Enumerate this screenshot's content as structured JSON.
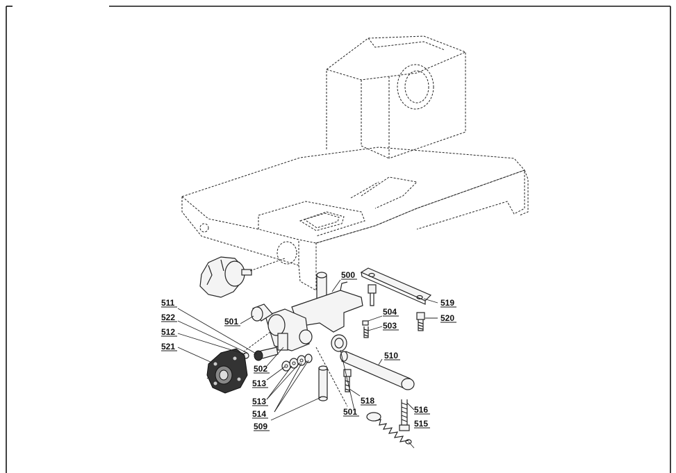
{
  "diagram": {
    "labels": [
      {
        "id": "500",
        "text": "500"
      },
      {
        "id": "501a",
        "text": "501"
      },
      {
        "id": "501b",
        "text": "501"
      },
      {
        "id": "502",
        "text": "502"
      },
      {
        "id": "503",
        "text": "503"
      },
      {
        "id": "504",
        "text": "504"
      },
      {
        "id": "509",
        "text": "509"
      },
      {
        "id": "510",
        "text": "510"
      },
      {
        "id": "511",
        "text": "511"
      },
      {
        "id": "512",
        "text": "512"
      },
      {
        "id": "513a",
        "text": "513"
      },
      {
        "id": "513b",
        "text": "513"
      },
      {
        "id": "514",
        "text": "514"
      },
      {
        "id": "515",
        "text": "515"
      },
      {
        "id": "516",
        "text": "516"
      },
      {
        "id": "518",
        "text": "518"
      },
      {
        "id": "519",
        "text": "519"
      },
      {
        "id": "520",
        "text": "520"
      },
      {
        "id": "521",
        "text": "521"
      },
      {
        "id": "522",
        "text": "522"
      }
    ]
  }
}
